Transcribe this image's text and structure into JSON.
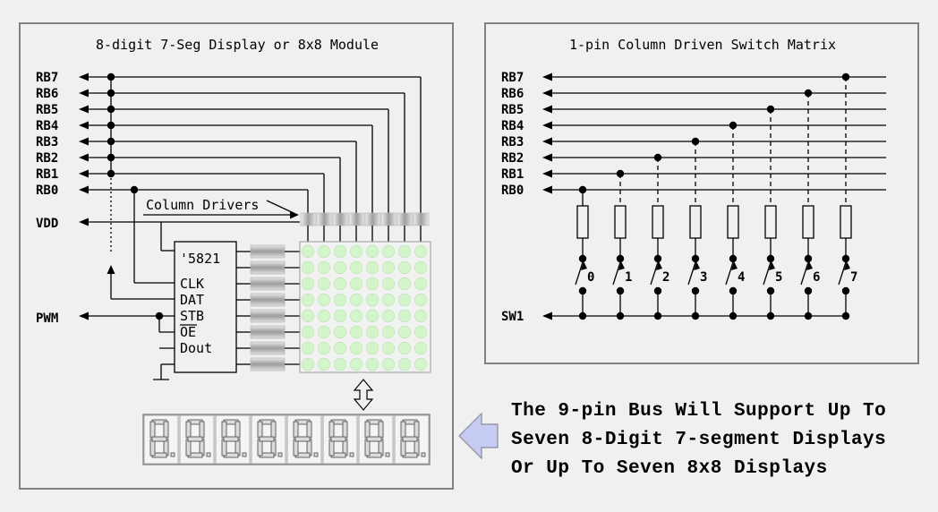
{
  "left_panel": {
    "title": "8-digit 7-Seg Display or 8x8 Module",
    "pins": [
      "RB7",
      "RB6",
      "RB5",
      "RB4",
      "RB3",
      "RB2",
      "RB1",
      "RB0"
    ],
    "vdd_label": "VDD",
    "pwm_label": "PWM",
    "column_drivers_label": "Column Drivers",
    "chip": {
      "name": "'5821",
      "clk": "CLK",
      "dat": "DAT",
      "stb": "STB",
      "oe": "OE",
      "dout": "Dout"
    },
    "seven_seg_digits": [
      "8.",
      "8.",
      "8.",
      "8.",
      "8.",
      "8.",
      "8.",
      "8."
    ],
    "colors": {
      "led_on": "#d4f5cc",
      "segment_off": "#dcdcdc",
      "driver_gray": "#a8a8a8"
    }
  },
  "right_panel": {
    "title": "1-pin Column Driven Switch Matrix",
    "pins": [
      "RB7",
      "RB6",
      "RB5",
      "RB4",
      "RB3",
      "RB2",
      "RB1",
      "RB0"
    ],
    "sw_label": "SW1",
    "switch_numbers": [
      "0",
      "1",
      "2",
      "3",
      "4",
      "5",
      "6",
      "7"
    ]
  },
  "note": {
    "lines": [
      "The 9-pin Bus Will Support Up To",
      "Seven 8-Digit 7-segment Displays",
      "Or Up To Seven 8x8 Displays"
    ],
    "arrow_color": "#c6cbf4"
  }
}
